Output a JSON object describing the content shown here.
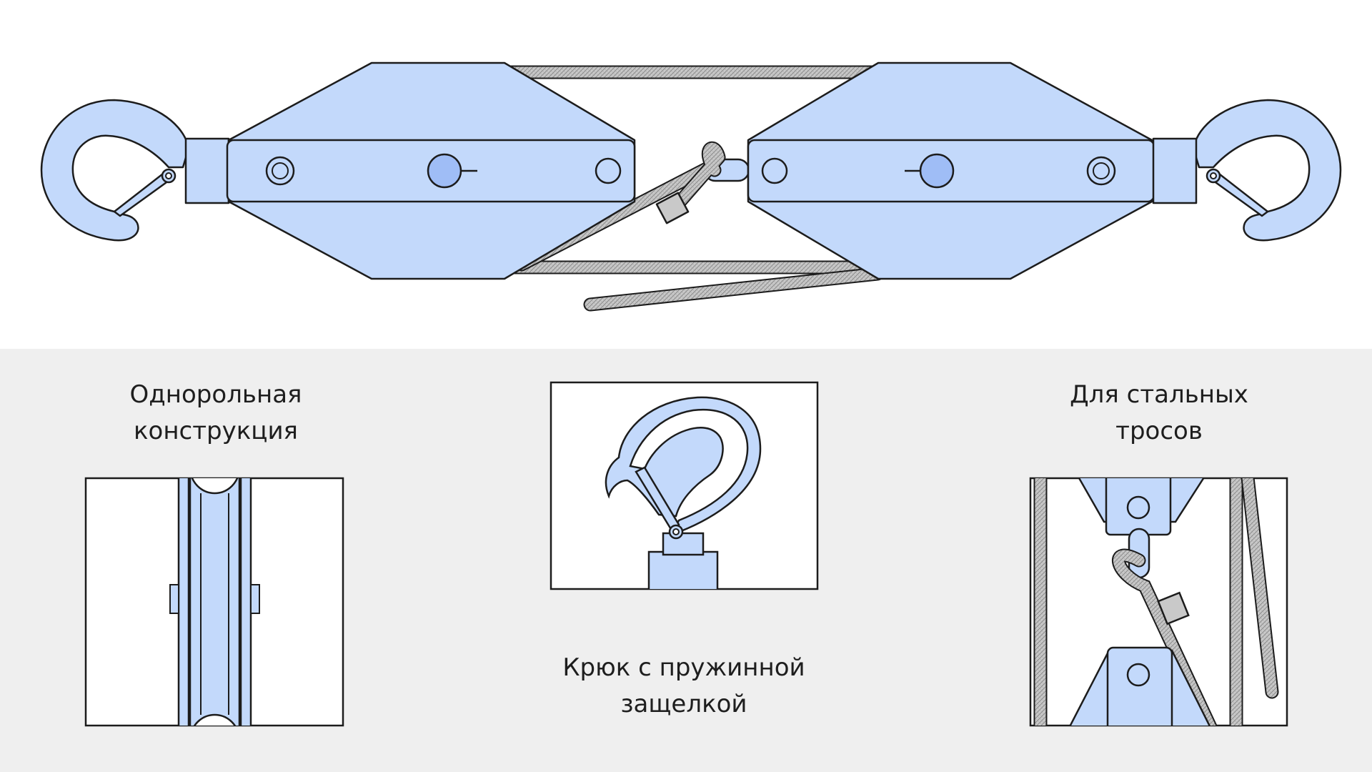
{
  "colors": {
    "fill": "#c3d9fb",
    "fill_accent": "#9fbdf6",
    "outline": "#1c1c1c",
    "rope": "#c9c9c9",
    "panel_bg": "#efefef",
    "inset_bg": "#ffffff"
  },
  "captions": {
    "single_roller": {
      "line1": "Однорольная",
      "line2": "конструкция"
    },
    "spring_hook": {
      "line1": "Крюк с пружинной",
      "line2": "защелкой"
    },
    "steel_ropes": {
      "line1": "Для стальных",
      "line2": "тросов"
    }
  }
}
